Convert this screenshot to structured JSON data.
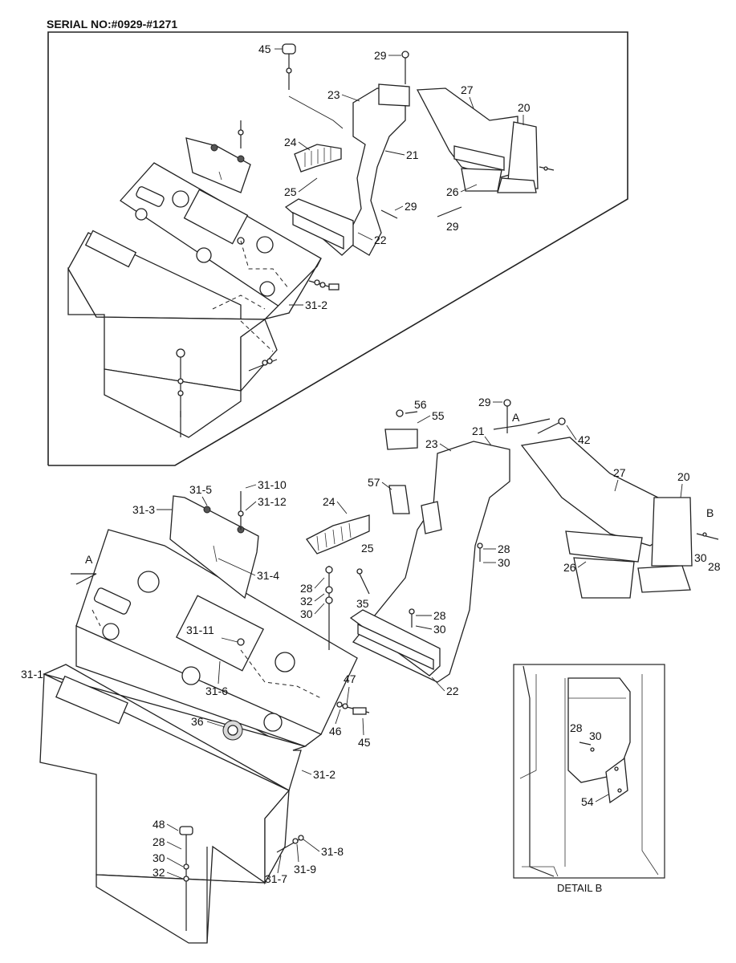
{
  "serial": "SERIAL NO:#0929-#1271",
  "detail_title": "DETAIL  B",
  "inset_labels": [
    {
      "id": "i45",
      "text": "45"
    },
    {
      "id": "i29a",
      "text": "29"
    },
    {
      "id": "i23",
      "text": "23"
    },
    {
      "id": "i27",
      "text": "27"
    },
    {
      "id": "i20",
      "text": "20"
    },
    {
      "id": "i24",
      "text": "24"
    },
    {
      "id": "i21",
      "text": "21"
    },
    {
      "id": "i25",
      "text": "25"
    },
    {
      "id": "i29b",
      "text": "29"
    },
    {
      "id": "i26",
      "text": "26"
    },
    {
      "id": "i29c",
      "text": "29"
    },
    {
      "id": "i22",
      "text": "22"
    },
    {
      "id": "i31-2",
      "text": "31-2"
    }
  ],
  "main_labels": [
    {
      "id": "m56",
      "text": "56"
    },
    {
      "id": "m29",
      "text": "29"
    },
    {
      "id": "m55",
      "text": "55"
    },
    {
      "id": "mA1",
      "text": "A"
    },
    {
      "id": "m21",
      "text": "21"
    },
    {
      "id": "m23",
      "text": "23"
    },
    {
      "id": "m42",
      "text": "42"
    },
    {
      "id": "m27",
      "text": "27"
    },
    {
      "id": "m20",
      "text": "20"
    },
    {
      "id": "mB",
      "text": "B"
    },
    {
      "id": "m57",
      "text": "57"
    },
    {
      "id": "m24",
      "text": "24"
    },
    {
      "id": "m25",
      "text": "25"
    },
    {
      "id": "m28a",
      "text": "28"
    },
    {
      "id": "m30a",
      "text": "30"
    },
    {
      "id": "m26",
      "text": "26"
    },
    {
      "id": "m30b",
      "text": "30"
    },
    {
      "id": "m28b",
      "text": "28"
    },
    {
      "id": "m31-5",
      "text": "31-5"
    },
    {
      "id": "m31-10",
      "text": "31-10"
    },
    {
      "id": "m31-3",
      "text": "31-3"
    },
    {
      "id": "m31-12",
      "text": "31-12"
    },
    {
      "id": "mA2",
      "text": "A"
    },
    {
      "id": "m31-4",
      "text": "31-4"
    },
    {
      "id": "m28c",
      "text": "28"
    },
    {
      "id": "m32a",
      "text": "32"
    },
    {
      "id": "m30c",
      "text": "30"
    },
    {
      "id": "m35",
      "text": "35"
    },
    {
      "id": "m28d",
      "text": "28"
    },
    {
      "id": "m30d",
      "text": "30"
    },
    {
      "id": "m31-11",
      "text": "31-11"
    },
    {
      "id": "m22",
      "text": "22"
    },
    {
      "id": "m31-1",
      "text": "31-1"
    },
    {
      "id": "m31-6",
      "text": "31-6"
    },
    {
      "id": "m47",
      "text": "47"
    },
    {
      "id": "m36",
      "text": "36"
    },
    {
      "id": "m46",
      "text": "46"
    },
    {
      "id": "m45",
      "text": "45"
    },
    {
      "id": "m31-2",
      "text": "31-2"
    },
    {
      "id": "m48",
      "text": "48"
    },
    {
      "id": "m28e",
      "text": "28"
    },
    {
      "id": "m30e",
      "text": "30"
    },
    {
      "id": "m32b",
      "text": "32"
    },
    {
      "id": "m31-8",
      "text": "31-8"
    },
    {
      "id": "m31-7",
      "text": "31-7"
    },
    {
      "id": "m31-9",
      "text": "31-9"
    }
  ],
  "detail_labels": [
    {
      "id": "d28",
      "text": "28"
    },
    {
      "id": "d30",
      "text": "30"
    },
    {
      "id": "d54",
      "text": "54"
    }
  ]
}
